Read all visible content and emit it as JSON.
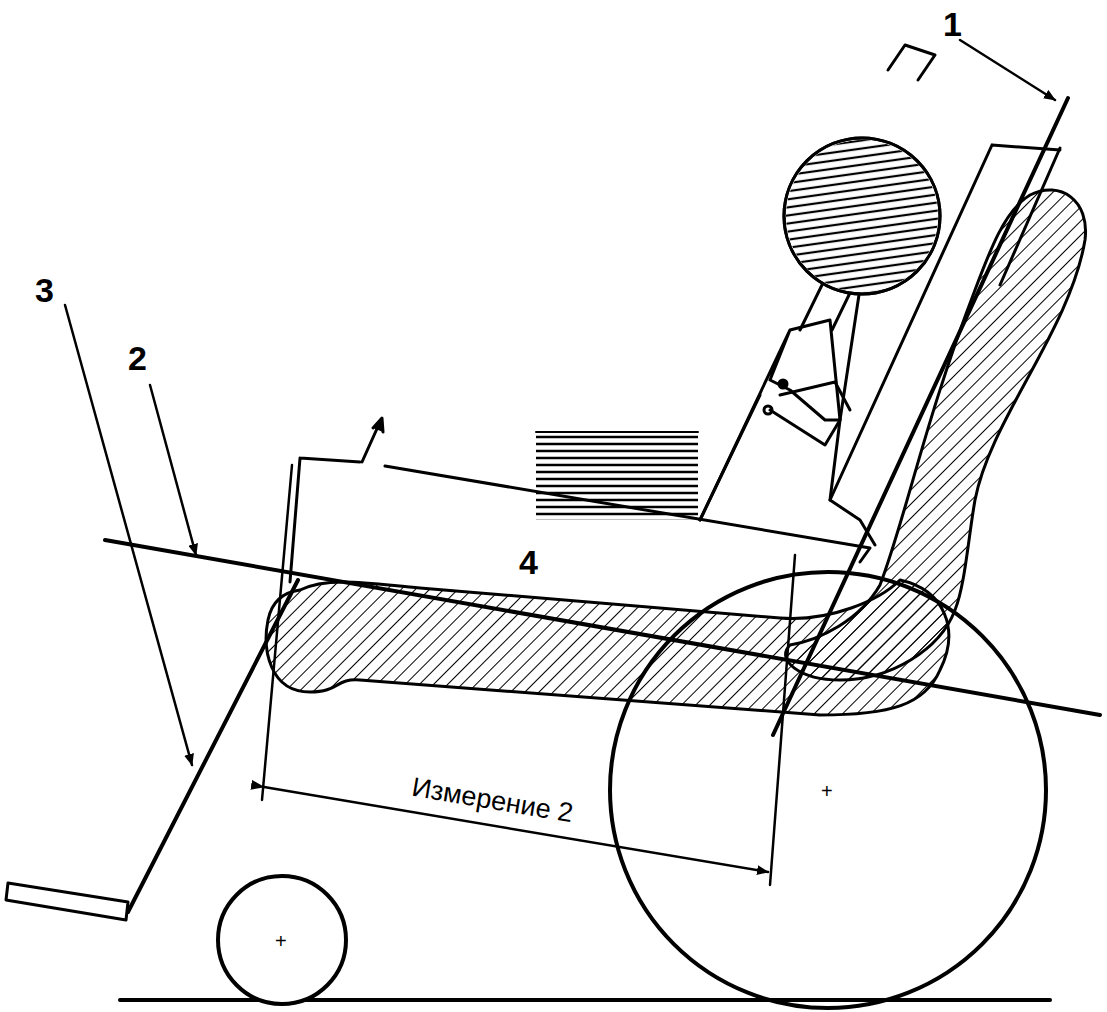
{
  "diagram": {
    "nodes": [
      {
        "text": [
          "4"
        ]
      }
    ],
    "labels": [
      "1",
      "2",
      "3",
      "Измерение 2"
    ]
  }
}
